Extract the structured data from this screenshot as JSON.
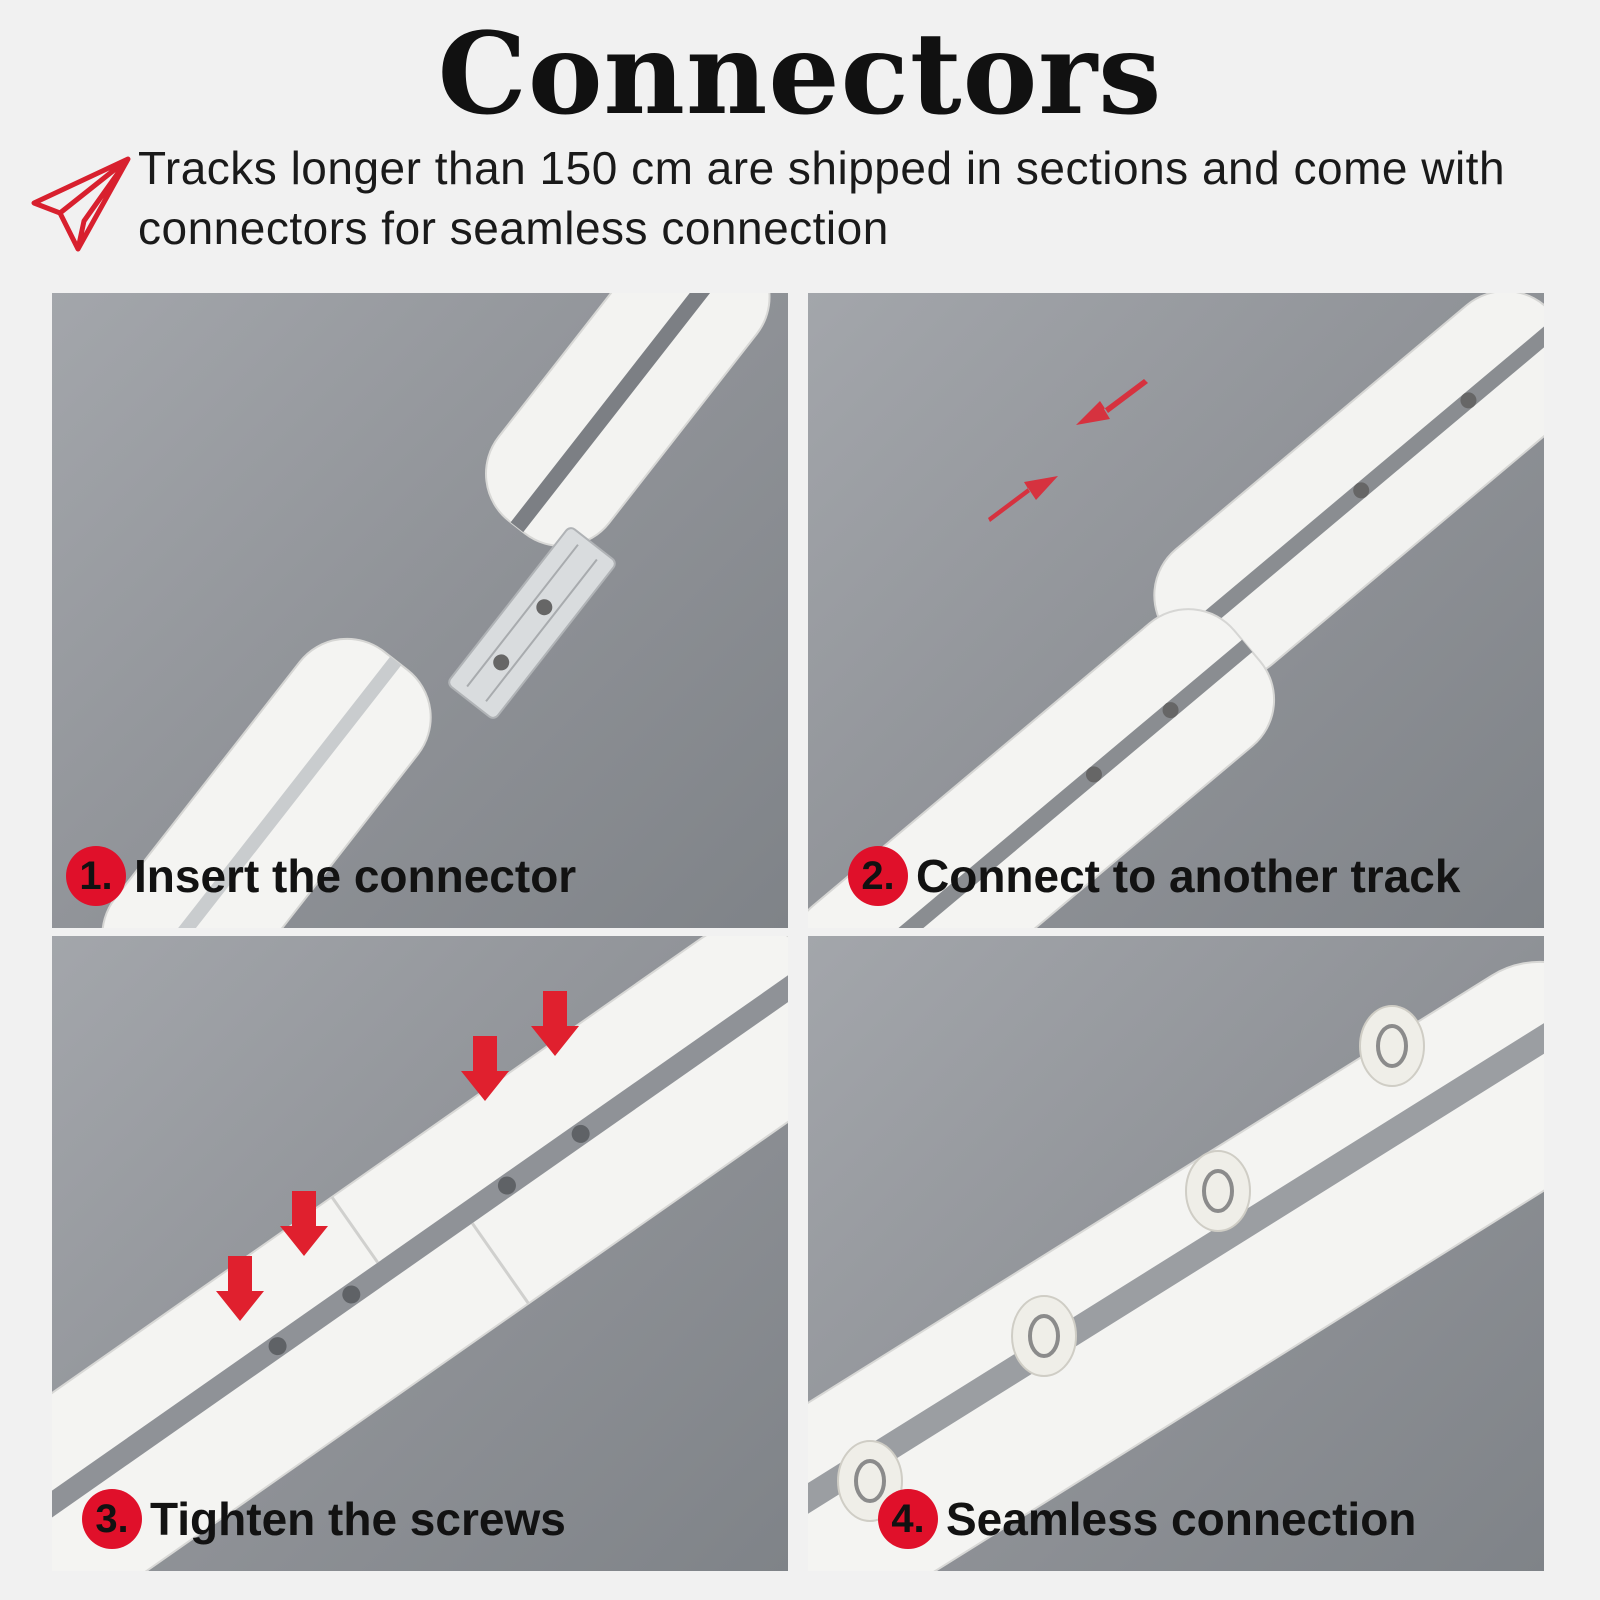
{
  "title": "Connectors",
  "subtitle": "Tracks longer than 150 cm are shipped in sections and come with connectors for seamless connection",
  "steps": [
    {
      "number": "1.",
      "label": "Insert the connector"
    },
    {
      "number": "2.",
      "label": "Connect to another track"
    },
    {
      "number": "3.",
      "label": "Tighten the screws"
    },
    {
      "number": "4.",
      "label": "Seamless connection"
    }
  ],
  "colors": {
    "accent": "#e0102a",
    "background": "#f1f1f1",
    "track": "#f4f4f2"
  },
  "icons": {
    "header": "paper-plane-icon",
    "arrows": "red-arrow-icon"
  }
}
